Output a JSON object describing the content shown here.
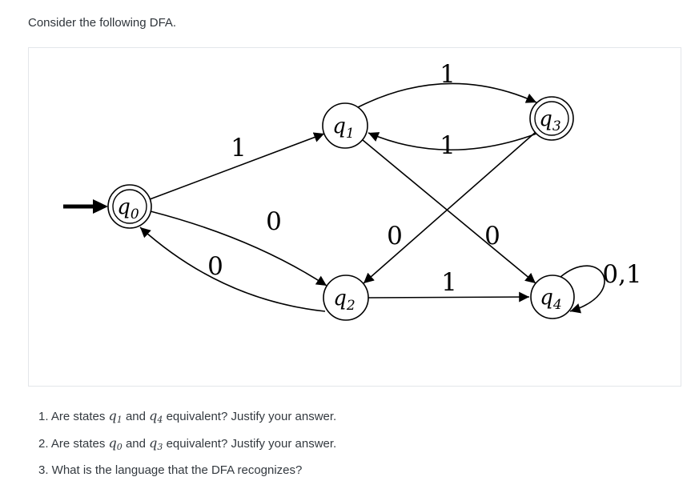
{
  "page": {
    "title": "Consider the following DFA."
  },
  "diagram": {
    "states": [
      {
        "main": "q",
        "sub": "0",
        "accepting": true,
        "start": true
      },
      {
        "main": "q",
        "sub": "1",
        "accepting": false,
        "start": false
      },
      {
        "main": "q",
        "sub": "2",
        "accepting": false,
        "start": false
      },
      {
        "main": "q",
        "sub": "3",
        "accepting": true,
        "start": false
      },
      {
        "main": "q",
        "sub": "4",
        "accepting": false,
        "start": false
      }
    ],
    "edges": [
      {
        "from": "q0",
        "to": "q1",
        "label": "1"
      },
      {
        "from": "q0",
        "to": "q2",
        "label": "0"
      },
      {
        "from": "q2",
        "to": "q0",
        "label": "0"
      },
      {
        "from": "q1",
        "to": "q3",
        "label": "1"
      },
      {
        "from": "q3",
        "to": "q1",
        "label": "1"
      },
      {
        "from": "q1",
        "to": "q4",
        "label": "0"
      },
      {
        "from": "q3",
        "to": "q2",
        "label": "0"
      },
      {
        "from": "q2",
        "to": "q4",
        "label": "1"
      },
      {
        "from": "q4",
        "to": "q4",
        "label": "0,1"
      }
    ]
  },
  "questions": [
    {
      "pre": "1. Are states ",
      "s1": "q",
      "s1sub": "1",
      "mid": " and ",
      "s2": "q",
      "s2sub": "4",
      "post": " equivalent? Justify your answer."
    },
    {
      "pre": "2. Are states ",
      "s1": "q",
      "s1sub": "0",
      "mid": " and ",
      "s2": "q",
      "s2sub": "3",
      "post": " equivalent? Justify your answer."
    },
    {
      "pre": "3. What is the language that the DFA recognizes?",
      "s1": "",
      "s1sub": "",
      "mid": "",
      "s2": "",
      "s2sub": "",
      "post": ""
    }
  ]
}
